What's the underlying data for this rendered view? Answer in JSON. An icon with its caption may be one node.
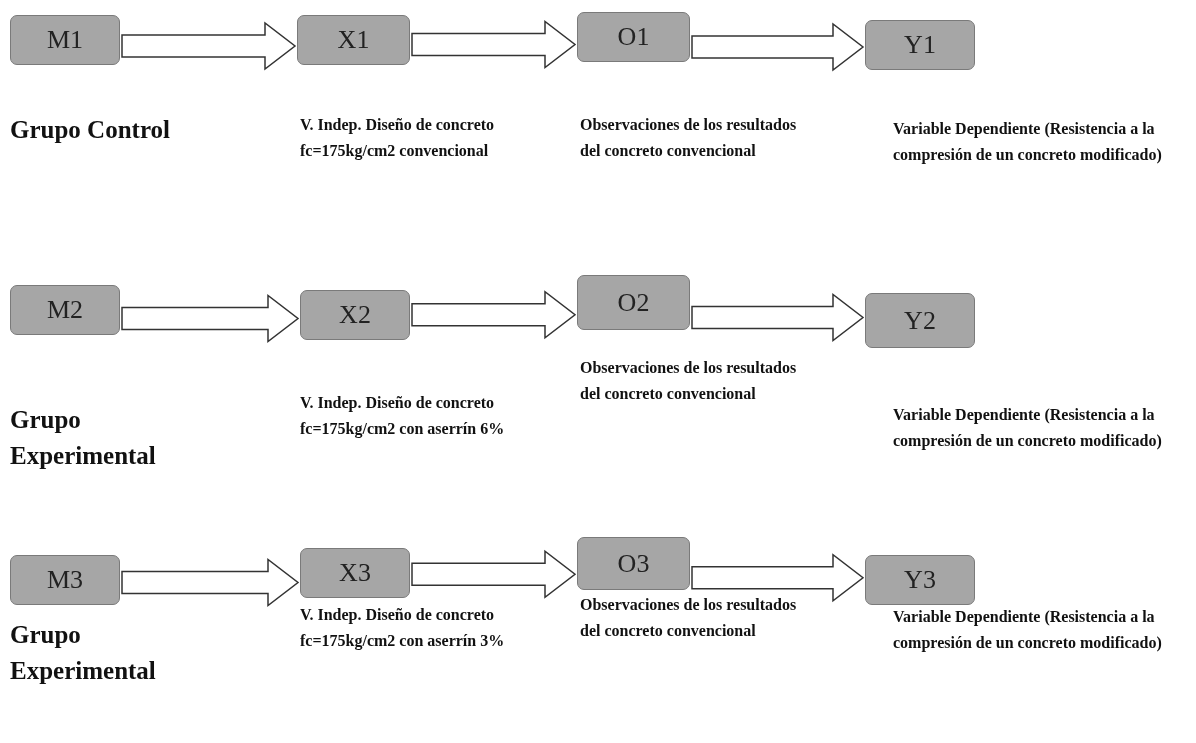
{
  "diagram": {
    "nodes": [
      {
        "text": [
          "M1"
        ],
        "beside": [
          "Grupo Control"
        ]
      },
      {
        "text": [
          "X1"
        ],
        "beside": [
          "V. Indep. Diseño de concreto fc=175kg/cm2 convencional"
        ]
      },
      {
        "text": [
          "O1"
        ],
        "beside": [
          "Observaciones de los resultados del concreto convencional"
        ]
      },
      {
        "text": [
          "Y1"
        ],
        "beside": [
          "Variable Dependiente (Resistencia a la compresión de un concreto modificado)"
        ]
      },
      {
        "text": [
          "M2"
        ],
        "beside": [
          "Grupo Experimental"
        ]
      },
      {
        "text": [
          "X2"
        ],
        "beside": [
          "V. Indep. Diseño de concreto fc=175kg/cm2 con aserrín 6%"
        ]
      },
      {
        "text": [
          "O2"
        ],
        "beside": [
          "Observaciones de los resultados del concreto convencional"
        ]
      },
      {
        "text": [
          "Y2"
        ],
        "beside": [
          "Variable Dependiente (Resistencia a la compresión de un concreto modificado)"
        ]
      },
      {
        "text": [
          "M3"
        ],
        "beside": [
          "Grupo Experimental"
        ]
      },
      {
        "text": [
          "X3"
        ],
        "beside": [
          "V. Indep. Diseño de concreto fc=175kg/cm2 con aserrín 3%"
        ]
      },
      {
        "text": [
          "O3"
        ],
        "beside": [
          "Observaciones de los resultados del concreto convencional"
        ]
      },
      {
        "text": [
          "Y3"
        ],
        "beside": [
          "Variable Dependiente (Resistencia a la compresión de un concreto modificado)"
        ]
      }
    ],
    "edges": [
      {
        "from": 0,
        "to": 1,
        "arrow": "to"
      },
      {
        "from": 1,
        "to": 2,
        "arrow": "to"
      },
      {
        "from": 2,
        "to": 3,
        "arrow": "to"
      },
      {
        "from": 4,
        "to": 5,
        "arrow": "to"
      },
      {
        "from": 5,
        "to": 6,
        "arrow": "to"
      },
      {
        "from": 6,
        "to": 7,
        "arrow": "to"
      },
      {
        "from": 8,
        "to": 9,
        "arrow": "to"
      },
      {
        "from": 9,
        "to": 10,
        "arrow": "to"
      },
      {
        "from": 10,
        "to": 11,
        "arrow": "to"
      }
    ]
  }
}
